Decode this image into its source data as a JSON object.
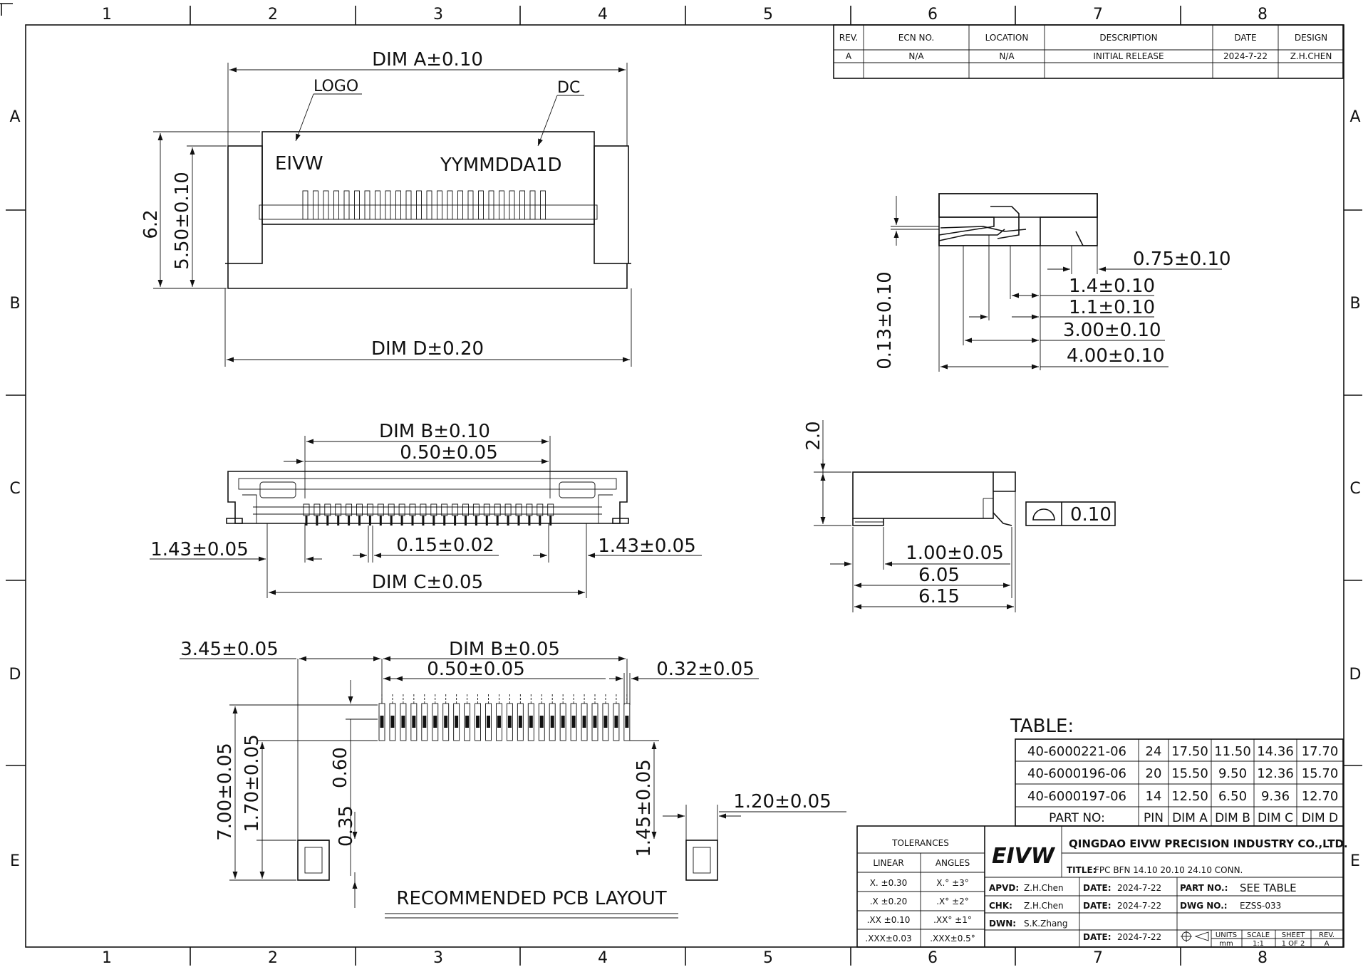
{
  "grid": {
    "columns": [
      "1",
      "2",
      "3",
      "4",
      "5",
      "6",
      "7",
      "8"
    ],
    "rows": [
      "A",
      "B",
      "C",
      "D",
      "E"
    ]
  },
  "revision_table": {
    "headers": [
      "REV.",
      "ECN NO.",
      "LOCATION",
      "DESCRIPTION",
      "DATE",
      "DESIGN"
    ],
    "rows": [
      [
        "A",
        "N/A",
        "N/A",
        "INITIAL RELEASE",
        "2024-7-22",
        "Z.H.CHEN"
      ]
    ]
  },
  "top_view": {
    "dim_a": "DIM A±0.10",
    "logo_callout": "LOGO",
    "dc_callout": "DC",
    "logo_text": "EIVW",
    "date_code": "YYMMDDA1D",
    "height_total": "6.2",
    "height_body": "5.50±0.10",
    "dim_d": "DIM D±0.20"
  },
  "side_section": {
    "d_013": "0.13±0.10",
    "d_075": "0.75±0.10",
    "d_14": "1.4±0.10",
    "d_11": "1.1±0.10",
    "d_300": "3.00±0.10",
    "d_400": "4.00±0.10"
  },
  "front_view": {
    "dim_b": "DIM B±0.10",
    "pitch": "0.50±0.05",
    "left_offset": "1.43±0.05",
    "pin_width": "0.15±0.02",
    "right_offset": "1.43±0.05",
    "dim_c": "DIM C±0.05"
  },
  "side_view": {
    "height": "2.0",
    "flatness": "0.10",
    "d_100": "1.00±0.05",
    "d_605": "6.05",
    "d_615": "6.15"
  },
  "pcb_layout": {
    "d_345": "3.45±0.05",
    "dim_b": "DIM B±0.05",
    "pitch": "0.50±0.05",
    "pad_width": "0.32±0.05",
    "d_700": "7.00±0.05",
    "d_170": "1.70±0.05",
    "d_060": "0.60",
    "d_035": "0.35",
    "d_145": "1.45±0.05",
    "d_120": "1.20±0.05",
    "title": "RECOMMENDED PCB LAYOUT"
  },
  "parts_table": {
    "title": "TABLE:",
    "rows": [
      [
        "40-6000221-06",
        "24",
        "17.50",
        "11.50",
        "14.36",
        "17.70"
      ],
      [
        "40-6000196-06",
        "20",
        "15.50",
        "9.50",
        "12.36",
        "15.70"
      ],
      [
        "40-6000197-06",
        "14",
        "12.50",
        "6.50",
        "9.36",
        "12.70"
      ]
    ],
    "headers": [
      "PART NO:",
      "PIN",
      "DIM A",
      "DIM B",
      "DIM C",
      "DIM D"
    ]
  },
  "title_block": {
    "tolerances": "TOLERANCES",
    "linear": "LINEAR",
    "angles": "ANGLES",
    "tol_rows": [
      [
        "X.  ±0.30",
        "X.°  ±3°"
      ],
      [
        ".X  ±0.20",
        ".X°  ±2°"
      ],
      [
        ".XX ±0.10",
        ".XX°  ±1°"
      ],
      [
        ".XXX±0.03",
        ".XXX±0.5°"
      ]
    ],
    "logo": "EIVW",
    "company": "QINGDAO EIVW PRECISION INDUSTRY CO.,LTD.",
    "title_label": "TITLE:",
    "title_value": "FPC  BFN  14.10  20.10  24.10  CONN.",
    "apvd_label": "APVD:",
    "apvd_value": "Z.H.Chen",
    "chk_label": "CHK:",
    "chk_value": "Z.H.Chen",
    "dwn_label": "DWN:",
    "dwn_value": "S.K.Zhang",
    "date_label": "DATE:",
    "date_value": "2024-7-22",
    "part_no_label": "PART NO.:",
    "part_no_value": "SEE TABLE",
    "dwg_no_label": "DWG NO.:",
    "dwg_no_value": "EZSS-033",
    "units_label": "UNITS",
    "units_value": "mm",
    "scale_label": "SCALE",
    "scale_value": "1:1",
    "sheet_label": "SHEET",
    "sheet_value": "1 OF 2",
    "rev_label": "REV.",
    "rev_value": "A"
  }
}
